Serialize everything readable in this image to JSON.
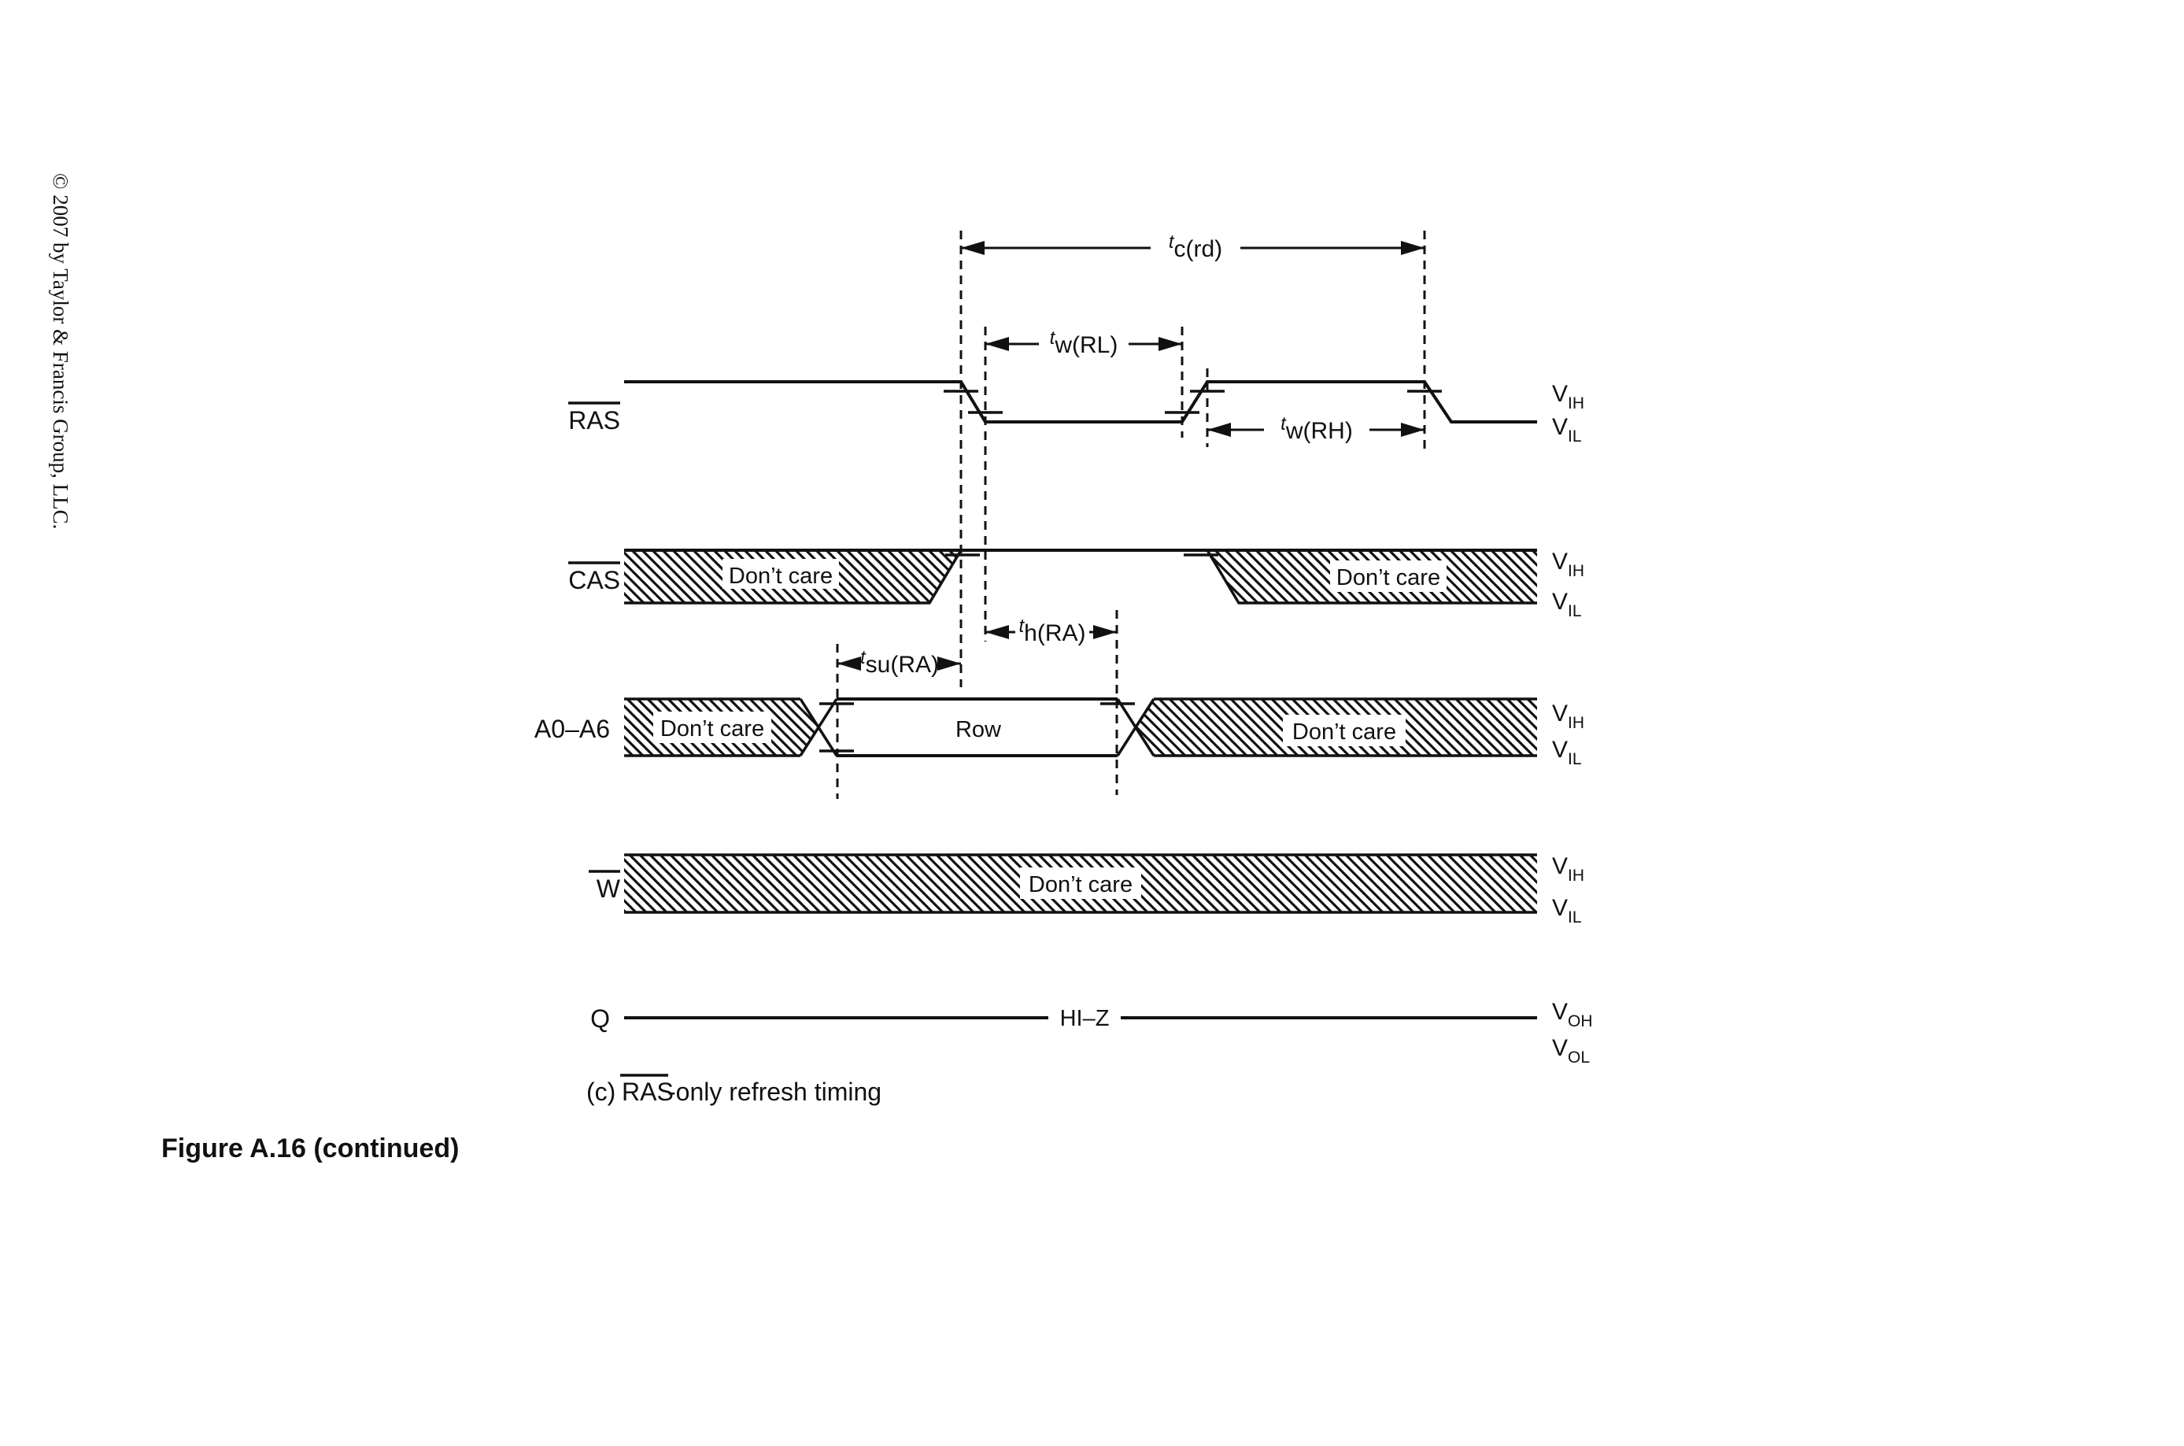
{
  "copyright": "© 2007 by Taylor & Francis Group, LLC.",
  "figure": {
    "caption": "Figure A.16 (continued)",
    "sub_caption": {
      "prefix": "(c)",
      "signal": "RAS",
      "suffix": "-only refresh timing"
    }
  },
  "signals": {
    "ras": "RAS",
    "cas": "CAS",
    "addr": "A0–A6",
    "w": "W",
    "q": "Q"
  },
  "timing": {
    "t": "t",
    "tc_rd": "c(rd)",
    "tw_rl": "w(RL)",
    "tw_rh": "w(RH)",
    "th_ra": "h(RA)",
    "tsu_ra": "su(RA)"
  },
  "regions": {
    "dont_care": "Don’t care",
    "row": "Row",
    "hi_z": "HI–Z"
  },
  "levels": {
    "v": "V",
    "ih": "IH",
    "il": "IL",
    "oh": "OH",
    "ol": "OL"
  },
  "colors": {
    "ink": "#111111",
    "background": "#ffffff"
  }
}
